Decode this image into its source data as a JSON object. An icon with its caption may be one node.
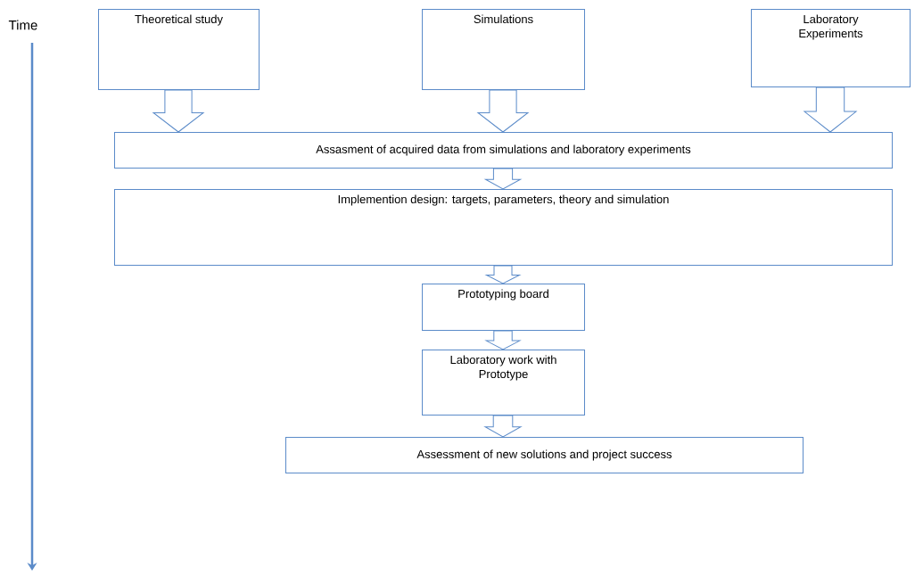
{
  "diagram": {
    "nodes": [
      {
        "text": [
          "Theoretical study"
        ]
      },
      {
        "text": [
          "Simulations"
        ]
      },
      {
        "text": [
          "Laboratory Experiments"
        ]
      },
      {
        "text": [
          "Assasment of acquired data from simulations and laboratory experiments"
        ]
      },
      {
        "text": [
          "Implemention design: targets, parameters, theory and simulation"
        ]
      },
      {
        "text": [
          "Prototyping board"
        ]
      },
      {
        "text": [
          "Laboratory work with Prototype"
        ]
      },
      {
        "text": [
          "Assessment of new solutions and project success"
        ]
      }
    ],
    "edges": [
      {
        "from": 0,
        "to": 3,
        "arrow": "to"
      },
      {
        "from": 1,
        "to": 3,
        "arrow": "to"
      },
      {
        "from": 2,
        "to": 3,
        "arrow": "to"
      },
      {
        "from": 3,
        "to": 4,
        "arrow": "to"
      },
      {
        "from": 4,
        "to": 5,
        "arrow": "to"
      },
      {
        "from": 5,
        "to": 6,
        "arrow": "to"
      },
      {
        "from": 6,
        "to": 7,
        "arrow": "to"
      }
    ],
    "labels": [
      "Time"
    ]
  }
}
